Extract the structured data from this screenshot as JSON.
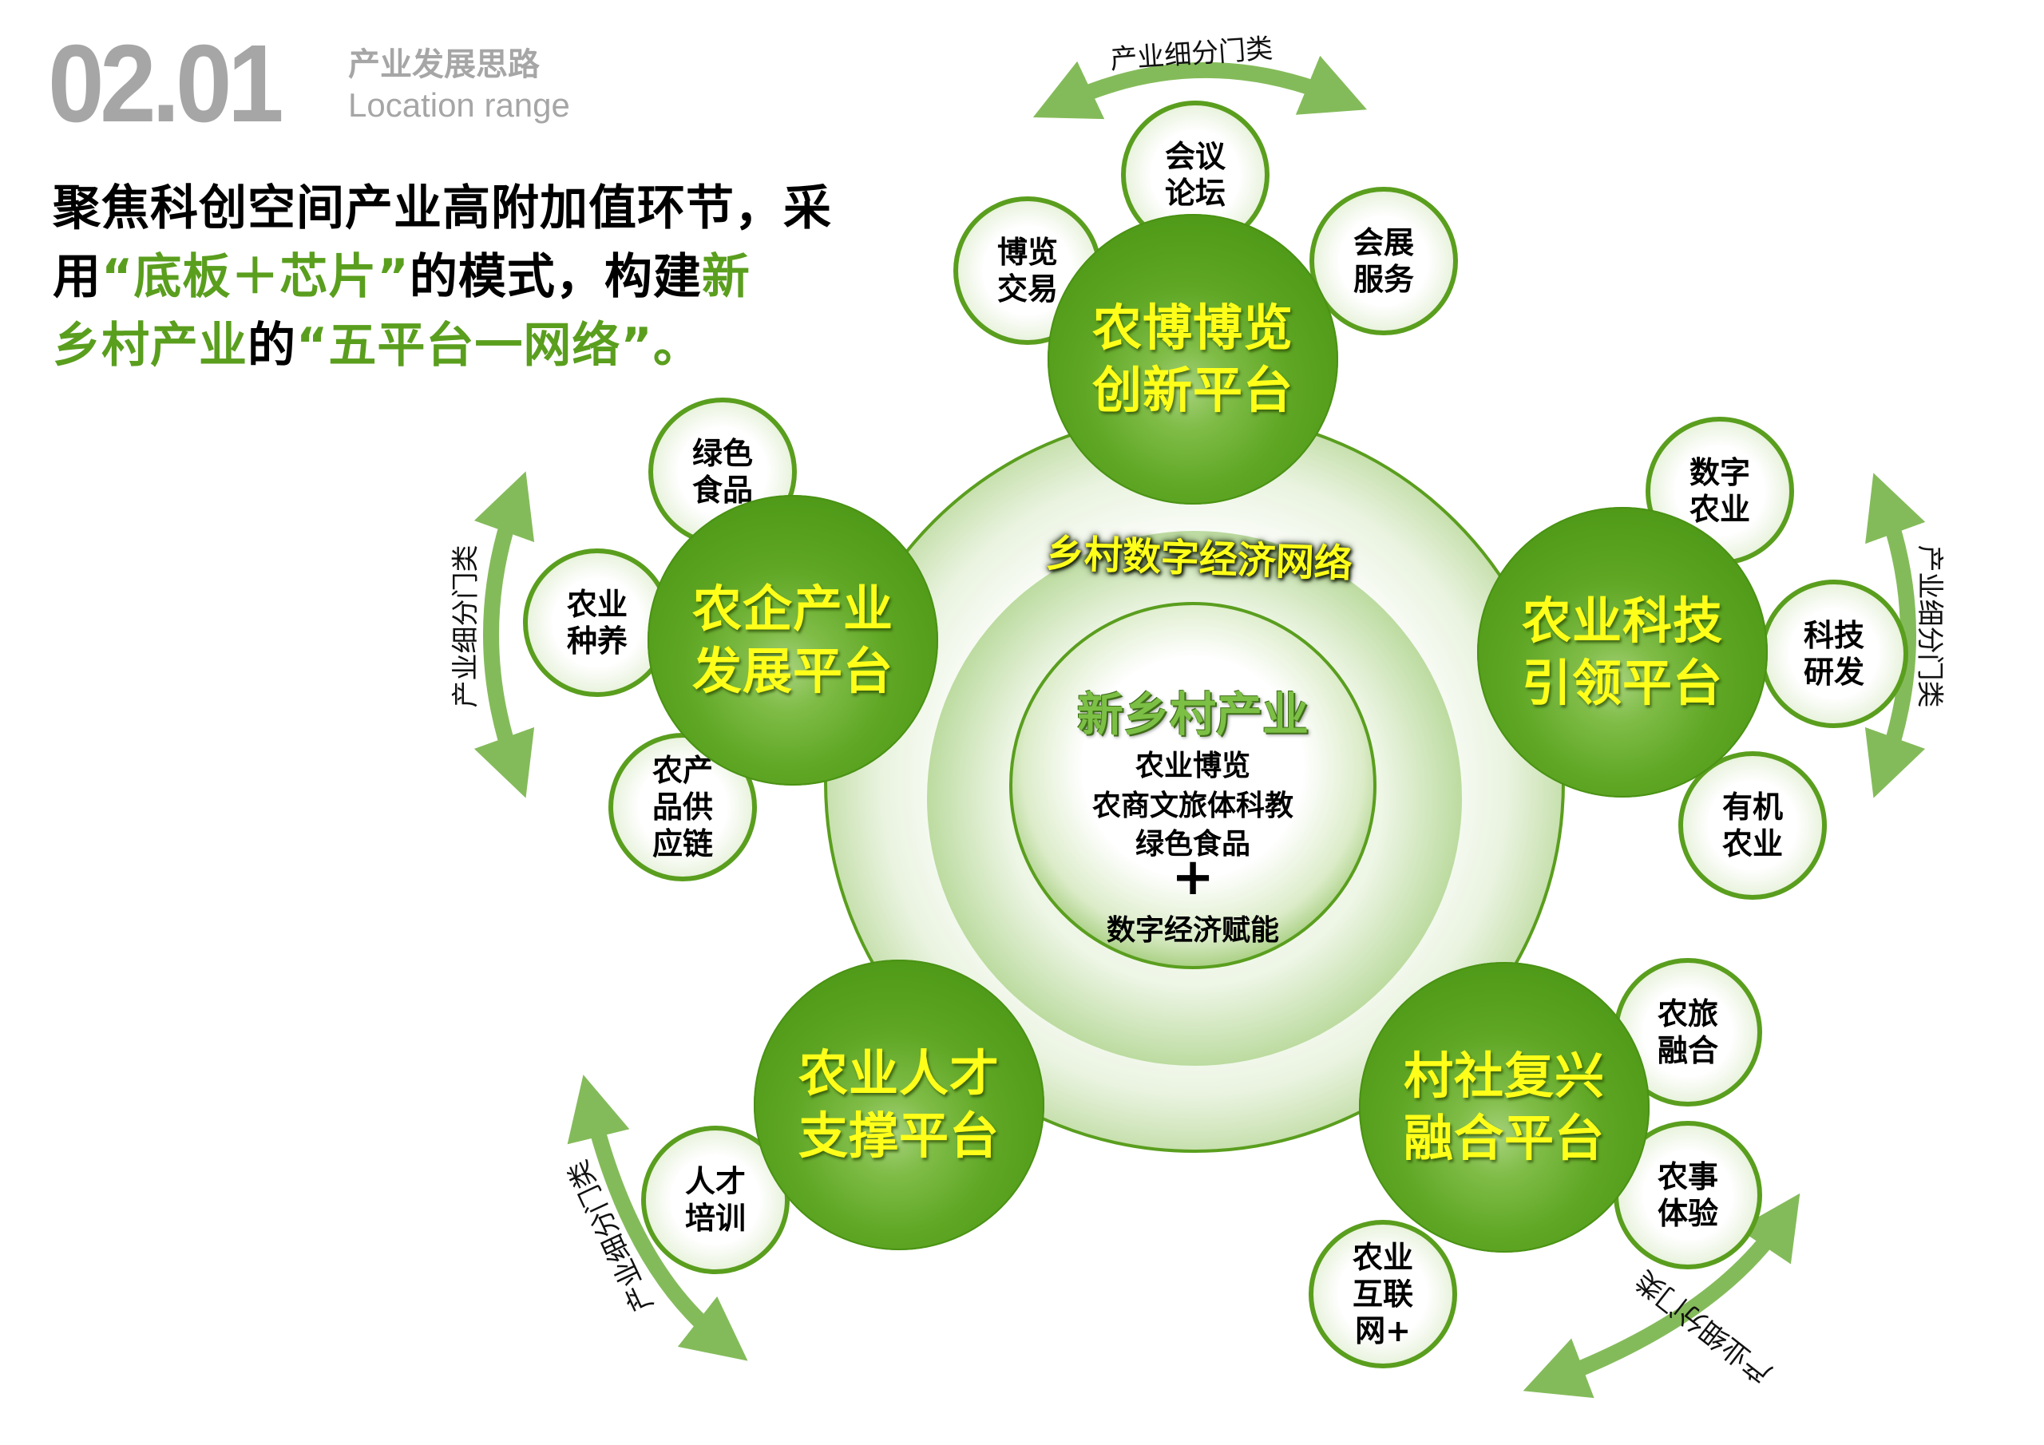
{
  "header": {
    "section_number": "02.01",
    "title_cn": "产业发展思路",
    "title_en": "Location range"
  },
  "headline": {
    "line1": "聚焦科创空间产业高附加值环节，采",
    "line2_a": "用",
    "line2_b": "“底板＋芯片”",
    "line2_c": "的模式，构建",
    "line2_d": "新",
    "line3_a": "乡村产业",
    "line3_b": "的",
    "line3_c": "“五平台一网络”",
    "line3_d": "。"
  },
  "colors": {
    "accent_green": "#5a9e1e",
    "sphere_green": "#5ea623",
    "arrow_green": "#84bb5a",
    "sphere_text_yellow": "#ffff1a",
    "header_gray": "#a6a6a6"
  },
  "core": {
    "network_label": "乡村数字经济网络",
    "title": "新乡村产业",
    "lines": [
      "农业博览",
      "农商文旅体科教",
      "绿色食品"
    ],
    "plus": "+",
    "bottom": "数字经济赋能"
  },
  "platforms": [
    {
      "id": "expo",
      "line1": "农博博览",
      "line2": "创新平台",
      "satellites": [
        [
          "会议",
          "论坛"
        ],
        [
          "博览",
          "交易"
        ],
        [
          "会展",
          "服务"
        ]
      ]
    },
    {
      "id": "enterprise",
      "line1": "农企产业",
      "line2": "发展平台",
      "satellites": [
        [
          "绿色",
          "食品"
        ],
        [
          "农业",
          "种养"
        ],
        [
          "农产",
          "品供",
          "应链"
        ]
      ]
    },
    {
      "id": "tech",
      "line1": "农业科技",
      "line2": "引领平台",
      "satellites": [
        [
          "数字",
          "农业"
        ],
        [
          "科技",
          "研发"
        ],
        [
          "有机",
          "农业"
        ]
      ]
    },
    {
      "id": "talent",
      "line1": "农业人才",
      "line2": "支撑平台",
      "satellites": [
        [
          "人才",
          "培训"
        ]
      ]
    },
    {
      "id": "village",
      "line1": "村社复兴",
      "line2": "融合平台",
      "satellites": [
        [
          "农旅",
          "融合"
        ],
        [
          "农事",
          "体验"
        ],
        [
          "农业",
          "互联",
          "网+"
        ]
      ]
    }
  ],
  "category_label": "产业细分门类"
}
